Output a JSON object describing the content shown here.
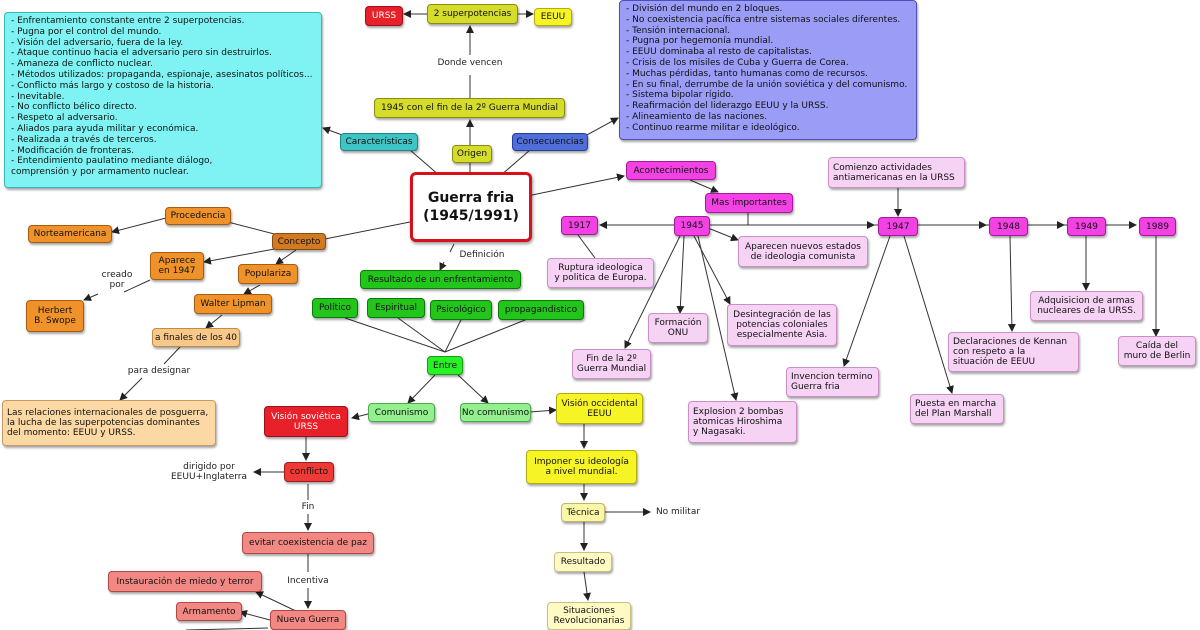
{
  "title": {
    "line1": "Guerra fria",
    "line2": "(1945/1991)"
  },
  "top": {
    "urss": "URSS",
    "superpotencias": "2 superpotencias",
    "eeuu": "EEUU",
    "donde_vencen": "Donde vencen",
    "fin_guerra": "1945 con el fin de la 2º Guerra Mundial",
    "origen": "Origen",
    "caracteristicas": "Características",
    "consecuencias": "Consecuencias"
  },
  "caracteristicas_list": [
    "- Enfrentamiento constante entre 2 superpotencias.",
    "- Pugna por el control del mundo.",
    "- Visión del adversario, fuera de la ley.",
    "- Ataque continuo hacia el adversario pero sin destruirlos.",
    "- Amaneza de conflicto nuclear.",
    "- Métodos utilizados: propaganda, espionaje, asesinatos políticos...",
    "- Conflicto más largo y costoso de la historia.",
    "- Inevitable.",
    "- No conflicto bélico directo.",
    "- Respeto al adversario.",
    "- Aliados para ayuda militar y económica.",
    "- Realizada a través de terceros.",
    "- Modificación de fronteras.",
    "- Entendimiento paulatino mediante diálogo,",
    "  comprensión y por armamento nuclear."
  ],
  "consecuencias_list": [
    "- División del mundo en 2 bloques.",
    "- No coexistencia pacífica entre sistemas sociales diferentes.",
    "- Tensión internacional.",
    "- Pugna por hegemonía mundial.",
    "- EEUU dominaba al resto de capitalistas.",
    "- Crisis de los misiles de Cuba y Guerra de Corea.",
    "- Muchas pérdidas, tanto humanas como de recursos.",
    "- En su final, derrumbe de la unión soviética y del comunismo.",
    "- Sistema bipolar rígido.",
    "- Reafirmación del liderazgo EEUU y la URSS.",
    "- Alineamiento de las naciones.",
    "- Continuo  rearme militar e ideológico."
  ],
  "left": {
    "procedencia": "Procedencia",
    "norteamericana": "Norteamericana",
    "concepto": "Concepto",
    "aparece_1947": "Aparece\nen 1947",
    "creado_por": "creado\npor",
    "herbert": "Herbert\nB. Swope",
    "populariza": "Populariza",
    "walter": "Walter Lipman",
    "finales_40": "a finales de los 40",
    "para_designar": "para designar",
    "relaciones": "Las relaciones internacionales de posguerra,\nla lucha de las superpotencias dominantes\ndel momento: EEUU y URSS."
  },
  "definicion": {
    "label": "Definición",
    "resultado": "Resultado de un enfrentamiento",
    "politico": "Político",
    "espiritual": "Espiritual",
    "psicologico": "Psicológico",
    "propagandistico": "propagandistico",
    "entre": "Entre",
    "comunismo": "Comunismo",
    "no_comunismo": "No comunismo"
  },
  "sovietica": {
    "vision": "Visión soviética\nURSS",
    "dirigido": "dirigido por\nEEUU+Inglaterra",
    "conflicto": "conflicto",
    "fin": "Fin",
    "evitar": "evitar coexistencia de paz",
    "incentiva": "Incentiva",
    "instauracion": "Instauración de miedo y terror",
    "armamento": "Armamento",
    "nueva_guerra": "Nueva Guerra"
  },
  "occidental": {
    "vision": "Visión occidental\nEEUU",
    "imponer": "Imponer su ideología\na nivel mundial.",
    "tecnica": "Técnica",
    "no_militar": "No militar",
    "resultado": "Resultado",
    "situaciones": "Situaciones\nRevolucionarias"
  },
  "acontecimientos": {
    "acontecimientos": "Acontecimientos",
    "mas_importantes": "Mas importantes",
    "y1917": "1917",
    "y1945": "1945",
    "y1947": "1947",
    "y1948": "1948",
    "y1949": "1949",
    "y1989": "1989",
    "ruptura": "Ruptura ideologica\ny politica de Europa.",
    "nuevos_estados": "Aparecen nuevos estados\nde ideologia comunista",
    "fin_2gm": "Fin de la 2º\nGuerra Mundial",
    "onu": "Formación\nONU",
    "desintegracion": "Desintegración de las\npotencias coloniales\nespecialmente Asia.",
    "explosion": "Explosion 2 bombas\natomicas Hiroshima\ny Nagasaki.",
    "comienzo": "Comienzo actividades\nantiamericanas en la URSS",
    "invencion": "Invencion termino\nGuerra fria",
    "marshall": "Puesta en marcha\ndel Plan Marshall",
    "kennan": "Declaraciones de Kennan\ncon respeto a la\nsituación de EEUU",
    "armas": "Adquisicion de armas\nnucleares de la URSS.",
    "berlin": "Caída del\nmuro de Berlin"
  }
}
